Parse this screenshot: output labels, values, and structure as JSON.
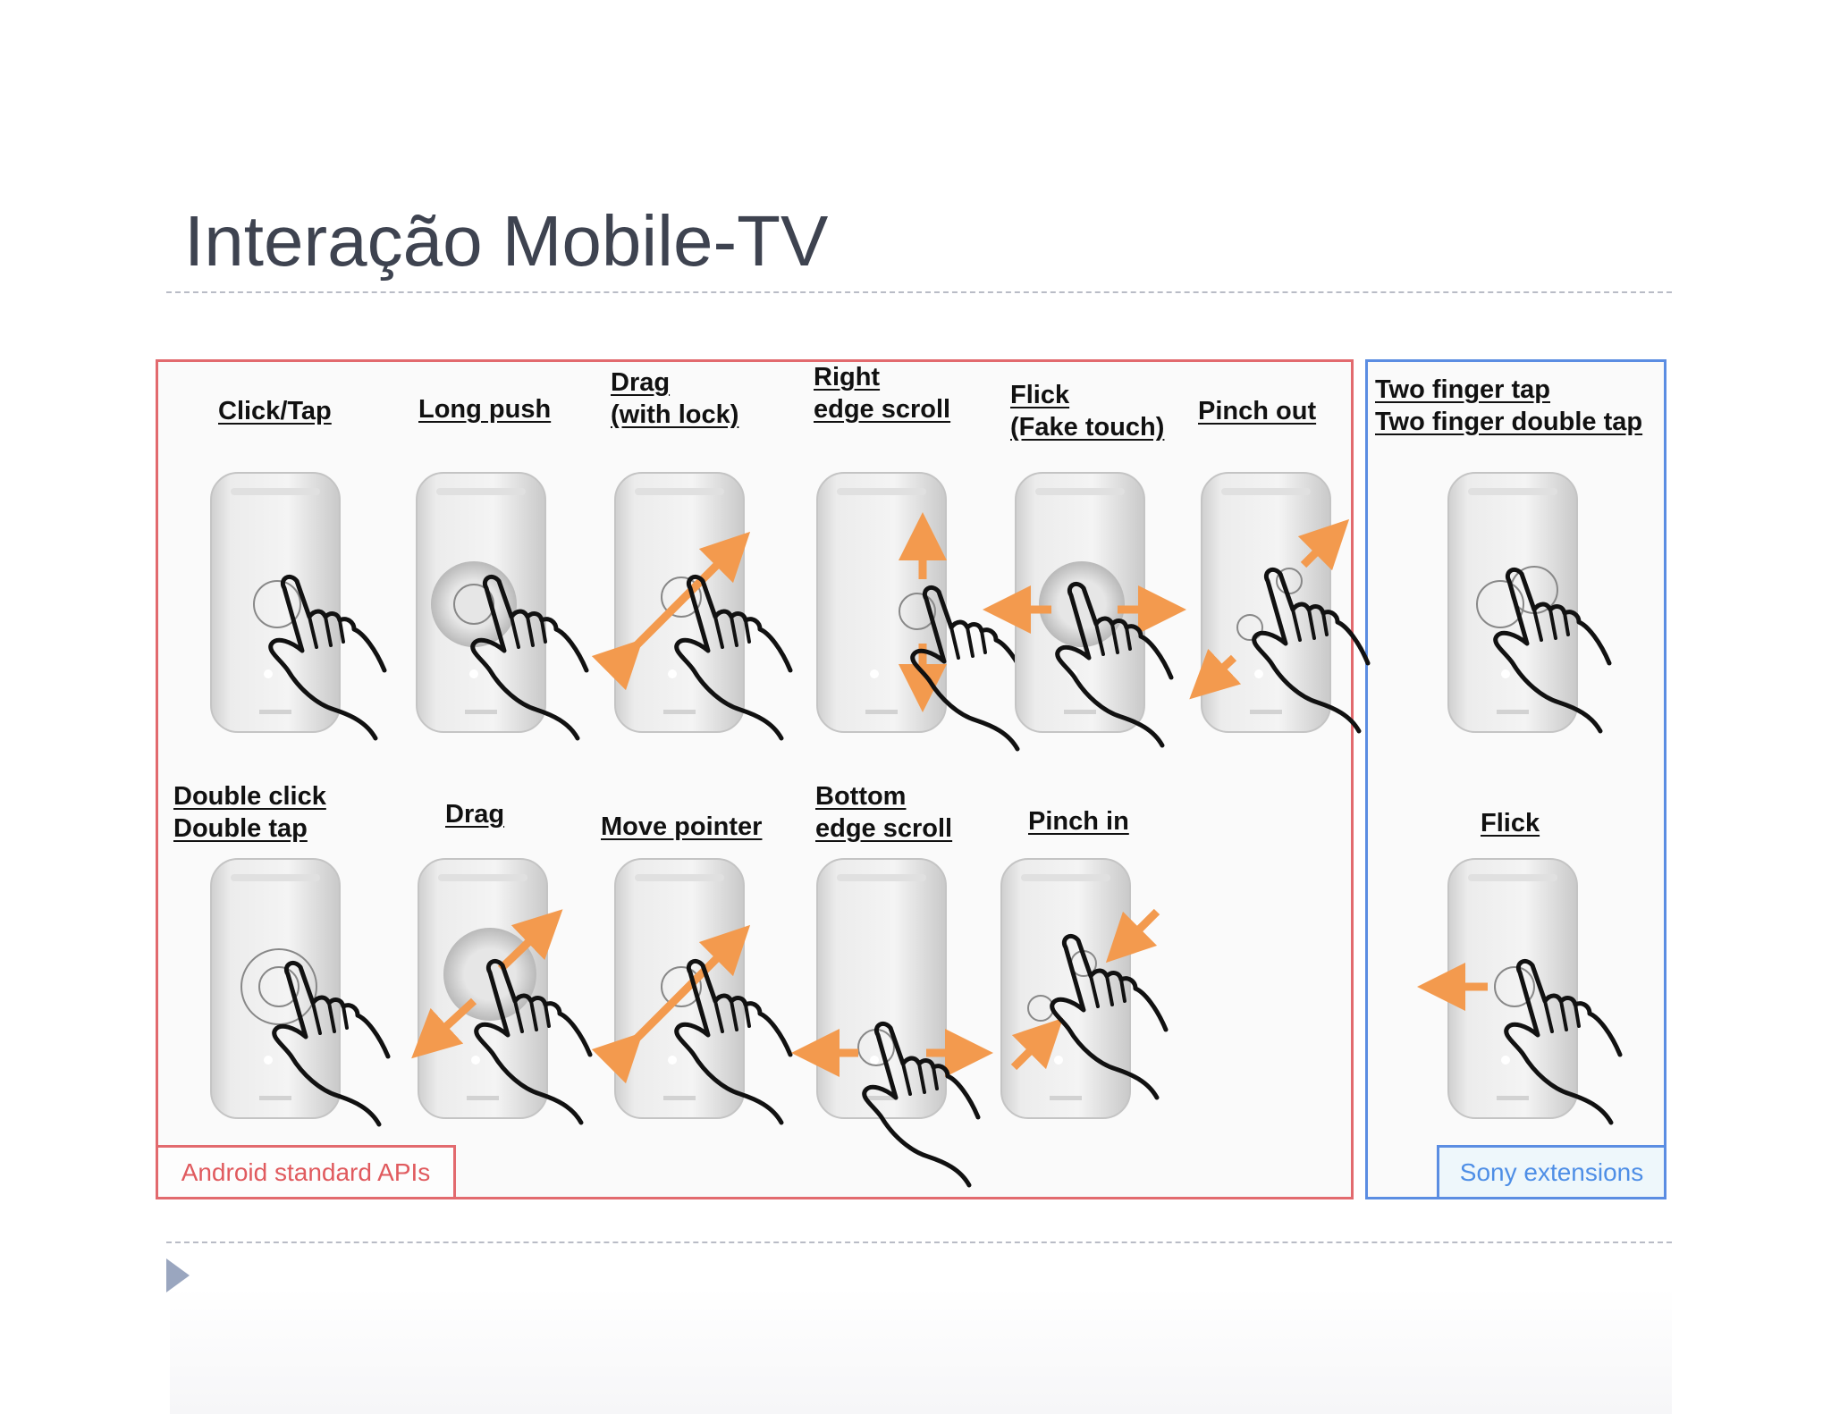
{
  "title": "Interação Mobile-TV",
  "android_panel": {
    "tag": "Android standard APIs",
    "gestures_row1": [
      {
        "key": "click_tap",
        "lines": [
          "Click/Tap"
        ]
      },
      {
        "key": "long_push",
        "lines": [
          "Long push"
        ]
      },
      {
        "key": "drag_lock",
        "lines": [
          "Drag",
          "(with lock)"
        ]
      },
      {
        "key": "right_edge_scroll",
        "lines": [
          "Right",
          "edge scroll"
        ]
      },
      {
        "key": "flick_fake",
        "lines": [
          "Flick",
          "(Fake touch)"
        ]
      },
      {
        "key": "pinch_out",
        "lines": [
          "Pinch out"
        ]
      }
    ],
    "gestures_row2": [
      {
        "key": "double_click",
        "lines": [
          "Double click",
          "Double tap"
        ]
      },
      {
        "key": "drag",
        "lines": [
          "Drag"
        ]
      },
      {
        "key": "move_pointer",
        "lines": [
          "Move pointer"
        ]
      },
      {
        "key": "bottom_edge_scroll",
        "lines": [
          "Bottom",
          "edge scroll"
        ]
      },
      {
        "key": "pinch_in",
        "lines": [
          "Pinch in"
        ]
      }
    ]
  },
  "sony_panel": {
    "tag": "Sony extensions",
    "gestures": [
      {
        "key": "two_finger",
        "lines": [
          "Two finger tap",
          "Two finger double tap"
        ]
      },
      {
        "key": "sony_flick",
        "lines": [
          "Flick"
        ]
      }
    ]
  },
  "colors": {
    "android_border": "#e26a6e",
    "sony_border": "#5b8de2",
    "arrow": "#f39a4e",
    "title": "#3e4350"
  },
  "icons": [
    "phone-remote-icon",
    "hand-pointer-icon",
    "arrow-icon"
  ]
}
